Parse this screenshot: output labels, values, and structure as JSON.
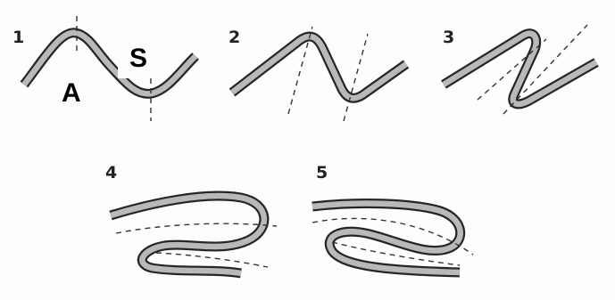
{
  "figure": {
    "stages": [
      {
        "number": "1"
      },
      {
        "number": "2"
      },
      {
        "number": "3"
      },
      {
        "number": "4"
      },
      {
        "number": "5"
      }
    ],
    "annotations": {
      "antiform": "A",
      "synform": "S"
    },
    "colors": {
      "band_edge": "#262626",
      "band_fill": "#b9b9b9",
      "axial_trace": "#333333",
      "background": "#fdfdfd"
    }
  }
}
